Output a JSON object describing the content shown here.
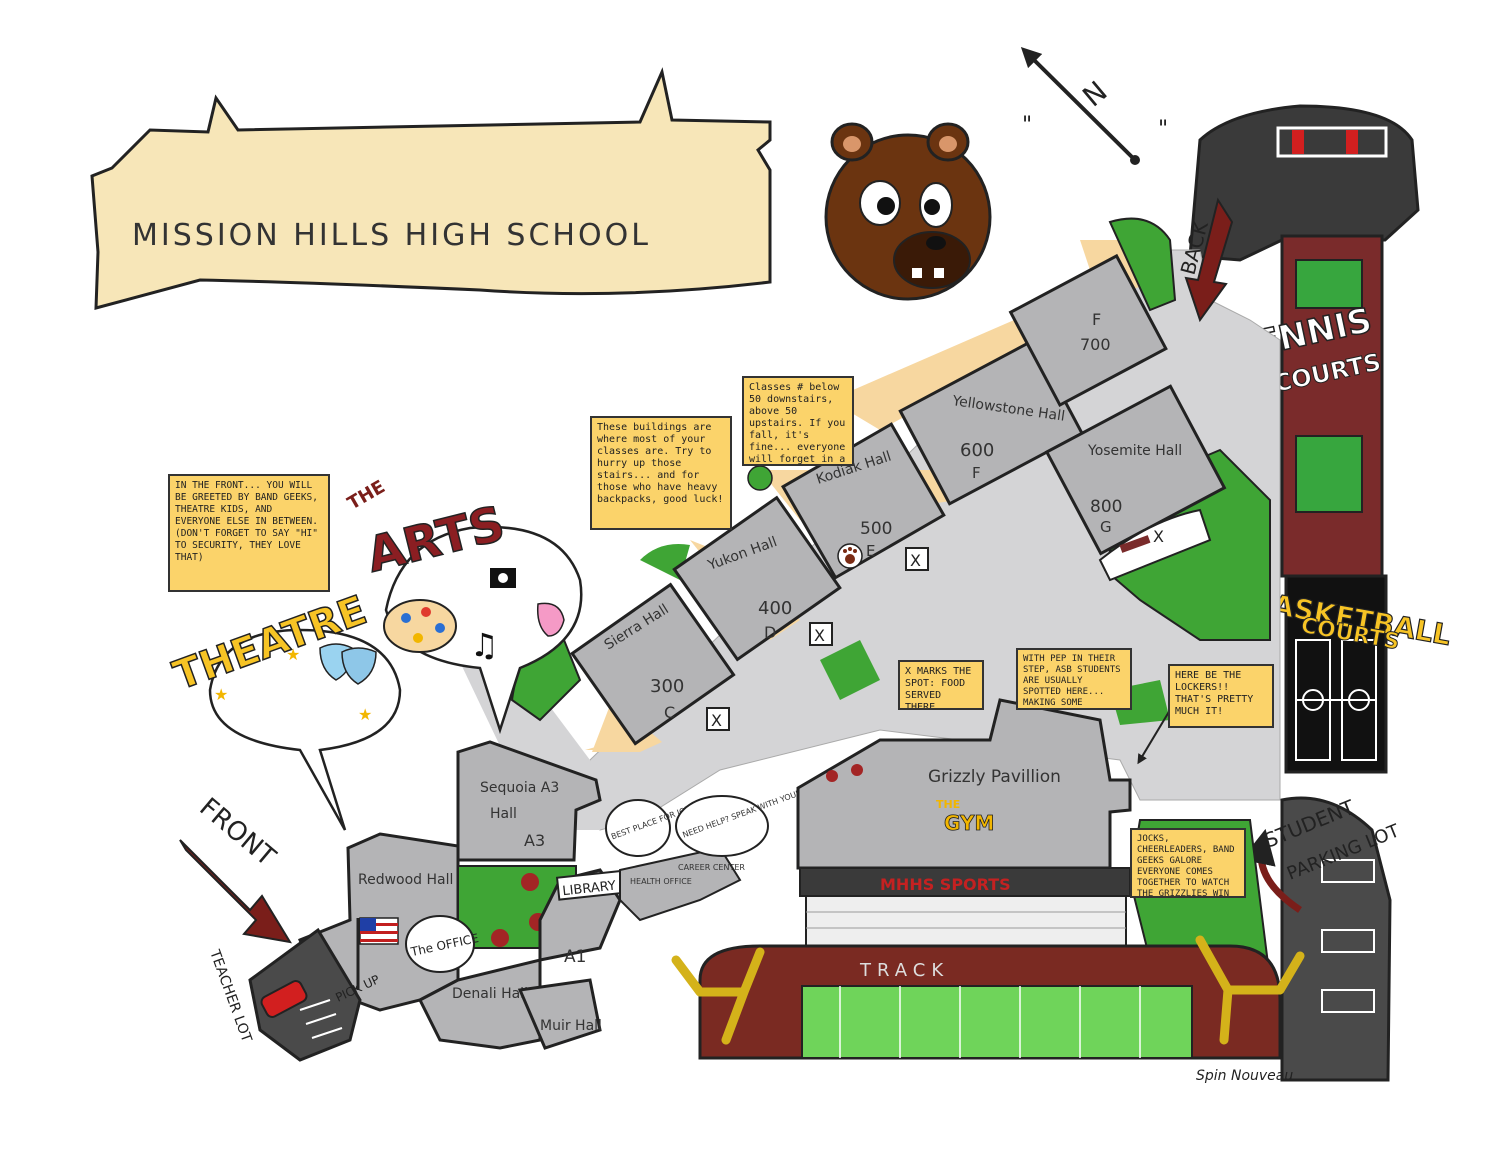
{
  "title": "MISSION HILLS HIGH SCHOOL",
  "compass": {
    "north": "N"
  },
  "signature": "Spin Nouveau",
  "colors": {
    "building": "#b4b4b6",
    "building_dark": "#8f8f92",
    "path": "#d4d4d6",
    "sand": "#f7d7a0",
    "grass": "#3fa535",
    "court": "#7a2b2b",
    "court_green": "#37a63e",
    "track": "#7a2a22",
    "field": "#6fd45a",
    "note": "#fbd36a",
    "banner": "#f7e6b8",
    "arrow": "#7a1e1a",
    "bear": "#6b3410"
  },
  "buildings": {
    "sierra": {
      "name": "Sierra Hall",
      "number": "300",
      "letter": "C"
    },
    "yukon": {
      "name": "Yukon Hall",
      "number": "400",
      "letter": "D"
    },
    "kodiak": {
      "name": "Kodiak Hall",
      "number": "500",
      "letter": "E"
    },
    "yellowstone": {
      "name": "Yellowstone Hall",
      "number": "600",
      "letter": "F"
    },
    "f700": {
      "letter": "F",
      "number": "700"
    },
    "yosemite": {
      "name": "Yosemite Hall",
      "number": "800",
      "letter": "G"
    },
    "sequoia": {
      "name": "Sequoia A3",
      "hall": "Hall",
      "code": "A3"
    },
    "redwood": {
      "name": "Redwood Hall"
    },
    "denali": {
      "name": "Denali Hall"
    },
    "muir": {
      "name": "Muir Hall"
    },
    "a1": {
      "name": "A1"
    },
    "gym": {
      "name": "Grizzly Pavillion",
      "the": "THE",
      "gym": "GYM"
    }
  },
  "labels": {
    "the_arts_the": "THE",
    "the_arts": "ARTS",
    "theatre": "THEATRE",
    "front": "FRONT",
    "back": "BACK",
    "teacher_lot": "TEACHER LOT",
    "pick_up": "PICK UP",
    "library": "LIBRARY",
    "the_office": "The OFFICE",
    "health_office": "HEALTH OFFICE",
    "career_center": "CAREER CENTER",
    "tennis": "TENNIS",
    "courts": "COURTS",
    "basketball": "BASKETBALL",
    "basketball_courts": "COURTS",
    "student_parking": "STUDENT",
    "parking_lot": "PARKING LOT",
    "track": "TRACK",
    "mhhs_sports": "MHHS SPORTS",
    "x_mark": "X",
    "ice_bubble": "BEST PLACE FOR ICE",
    "counselor_bubble": "NEED HELP? SPEAK WITH YOUR COUNSELOR HERE!"
  },
  "notes": {
    "front_note": "IN THE FRONT... YOU WILL BE GREETED BY BAND GEEKS, THEATRE KIDS, AND EVERYONE ELSE IN BETWEEN. (DON'T FORGET TO SAY \"HI\" TO SECURITY, THEY LOVE THAT)",
    "buildings_note": "These buildings are where most of your classes are. Try to hurry up those stairs... and for those who have heavy backpacks, good luck!",
    "classes_note": "Classes # below 50 downstairs, above 50 upstairs. If you fall, it's fine... everyone will forget in a week.",
    "food_note": "X MARKS THE SPOT: FOOD SERVED THERE",
    "asb_note": "WITH PEP IN THEIR STEP, ASB STUDENTS ARE USUALLY SPOTTED HERE... MAKING SOME POSTERS.",
    "lockers_note": "HERE BE THE LOCKERS!! THAT'S PRETTY MUCH IT!",
    "jocks_note": "JOCKS, CHEERLEADERS, BAND GEEKS GALORE EVERYONE COMES TOGETHER TO WATCH THE GRIZZLIES WIN SOME MORE!!"
  }
}
